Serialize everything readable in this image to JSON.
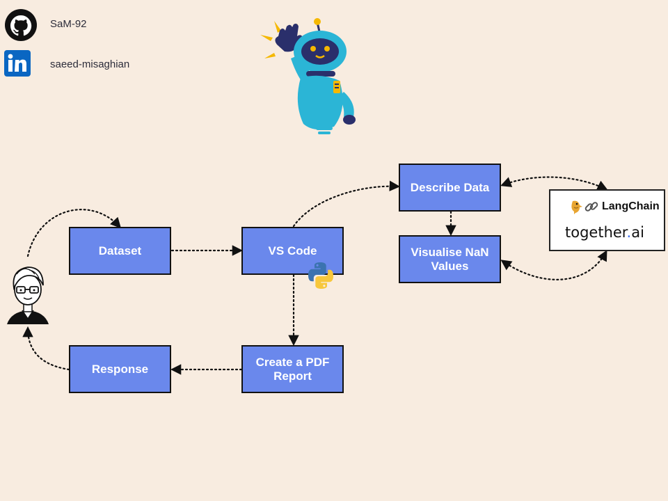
{
  "profiles": {
    "github": {
      "icon": "github-icon",
      "label": "SaM-92"
    },
    "linkedin": {
      "icon": "linkedin-icon",
      "label": "saeed-misaghian"
    }
  },
  "mascot": {
    "icon": "robot-waving-icon"
  },
  "user": {
    "icon": "user-avatar-icon"
  },
  "nodes": {
    "dataset": "Dataset",
    "vscode": "VS Code",
    "describe": "Describe Data",
    "visualise_line1": "Visualise NaN",
    "visualise_line2": "Values",
    "pdf_line1": "Create a PDF",
    "pdf_line2": "Report",
    "response": "Response"
  },
  "services": {
    "langchain_icons": [
      "parrot-icon",
      "chain-link-icon"
    ],
    "langchain": "LangChain",
    "together_prefix": "together",
    "together_dot": ".",
    "together_suffix": "ai"
  },
  "python_icon": "python-icon",
  "colors": {
    "background": "#f8ece0",
    "node_fill": "#6a88ec",
    "node_border": "#111111",
    "mascot_body": "#2bb5d6",
    "mascot_accent": "#f5b800",
    "mascot_dark": "#2a2f6b"
  }
}
